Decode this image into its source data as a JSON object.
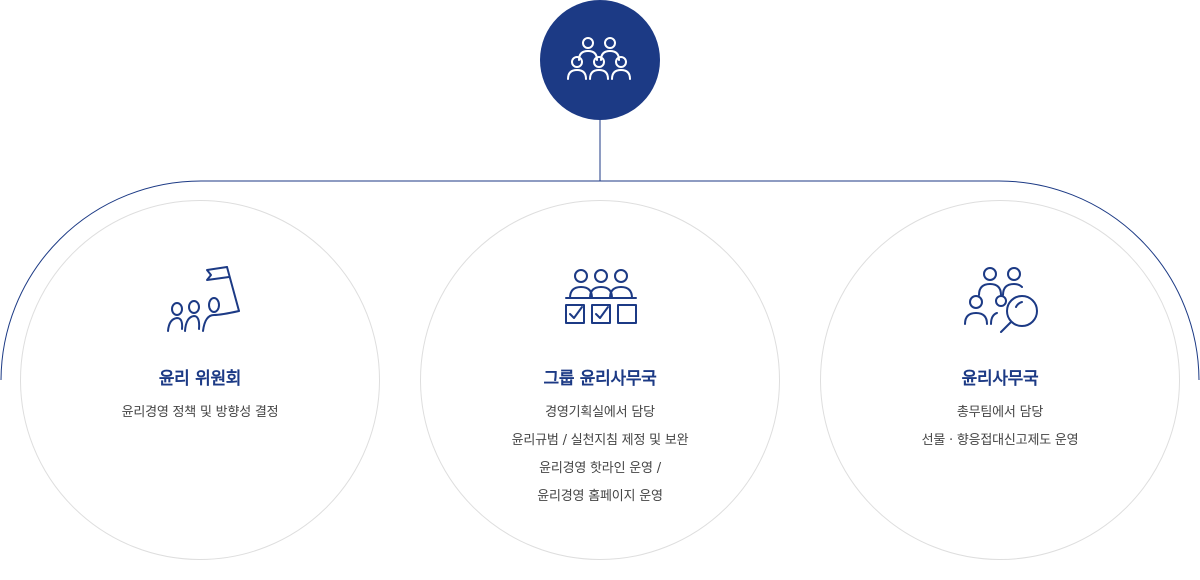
{
  "colors": {
    "primary": "#1c3a85",
    "circle_border": "#dedede",
    "body_text": "#444444"
  },
  "top_node": {
    "icon": "people-group-icon"
  },
  "cards": [
    {
      "icon": "flag-group-icon",
      "title": "윤리 위원회",
      "lines": [
        "윤리경영 정책 및 방향성 결정"
      ]
    },
    {
      "icon": "people-checklist-icon",
      "title": "그룹 윤리사무국",
      "lines": [
        "경영기획실에서 담당",
        "윤리규범 / 실천지침 제정 및 보완",
        "윤리경영 핫라인 운영 /",
        "윤리경영 홈페이지 운영"
      ]
    },
    {
      "icon": "people-search-icon",
      "title": "윤리사무국",
      "lines": [
        "총무팀에서 담당",
        "선물 · 향응접대신고제도 운영"
      ]
    }
  ]
}
